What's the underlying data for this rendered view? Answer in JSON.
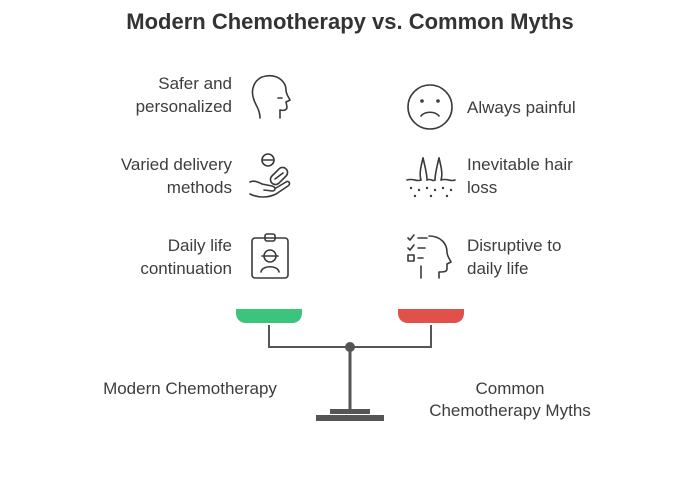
{
  "title": "Modern Chemotherapy vs. Common Myths",
  "left_items": [
    {
      "line1": "Safer and",
      "line2": "personalized",
      "icon": "head-profile-icon"
    },
    {
      "line1": "Varied delivery",
      "line2": "methods",
      "icon": "pills-in-hand-icon"
    },
    {
      "line1": "Daily life",
      "line2": "continuation",
      "icon": "id-badge-icon"
    }
  ],
  "right_items": [
    {
      "line1": "Always painful",
      "line2": "",
      "icon": "sad-face-icon"
    },
    {
      "line1": "Inevitable hair",
      "line2": "loss",
      "icon": "hair-follicle-icon"
    },
    {
      "line1": "Disruptive to",
      "line2": "daily life",
      "icon": "head-checklist-icon"
    }
  ],
  "scale": {
    "left_label": "Modern Chemotherapy",
    "right_label_line1": "Common",
    "right_label_line2": "Chemotherapy Myths",
    "left_pan_color": "#3cc47c",
    "right_pan_color": "#e0514c",
    "beam_color": "#555555"
  }
}
